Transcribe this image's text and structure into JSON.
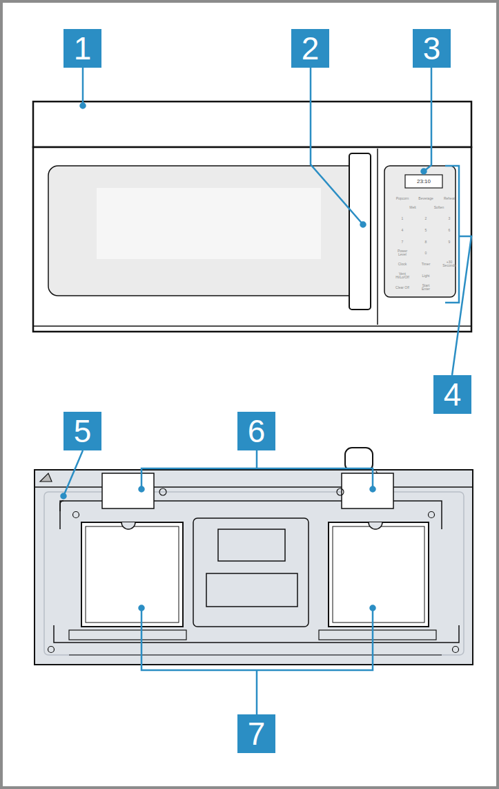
{
  "diagram": {
    "labels": [
      "1",
      "2",
      "3",
      "23:10",
      "Popcorn",
      "Beverage",
      "Reheat",
      "Melt",
      "Soften",
      "1",
      "2",
      "3",
      "4",
      "5",
      "6",
      "7",
      "8",
      "9",
      "Power Level",
      "0",
      "Clock",
      "Timer",
      "+30 Seconds",
      "Vent Hi/Lo/Off",
      "Light",
      "Clear Off",
      "Start Enter",
      "4",
      "5",
      "6",
      "7"
    ]
  }
}
